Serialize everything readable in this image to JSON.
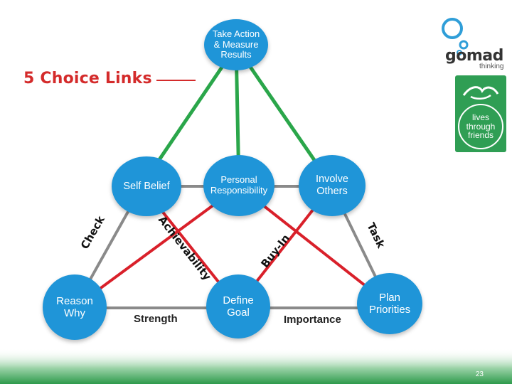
{
  "slide": {
    "title": "5 Choice Links",
    "page_number": "23"
  },
  "nodes": {
    "take_action": "Take Action\n& Measure\nResults",
    "self_belief": "Self Belief",
    "personal_responsibility": "Personal\nResponsibility",
    "involve_others": "Involve\nOthers",
    "reason_why": "Reason\nWhy",
    "define_goal": "Define\nGoal",
    "plan_priorities": "Plan\nPriorities"
  },
  "edge_labels": {
    "check": "Check",
    "achievability": "Achievability",
    "buy_in": "Buy-In",
    "task": "Task",
    "strength": "Strength",
    "importance": "Importance"
  },
  "logos": {
    "gomad_text": "gomad",
    "gomad_sub": "thinking",
    "badge_text": "lives\nthrough\nfriends"
  },
  "colors": {
    "node_blue": "#1f95d8",
    "edge_green": "#2aa64a",
    "edge_red": "#d9202a",
    "edge_gray": "#8a8a8a",
    "title_red": "#d42b2b",
    "badge_green": "#2f9e54"
  }
}
